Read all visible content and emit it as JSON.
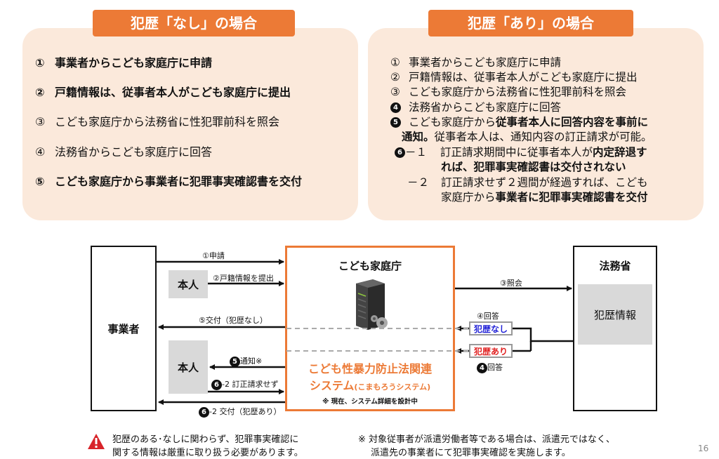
{
  "left_panel": {
    "title": "犯歴「なし」の場合",
    "steps": [
      {
        "num": "①",
        "text": "事業者からこども家庭庁に申請"
      },
      {
        "num": "②",
        "text": "戸籍情報は、従事者本人がこども家庭庁に提出"
      },
      {
        "num": "③",
        "text": "こども家庭庁から法務省に性犯罪前科を照会"
      },
      {
        "num": "④",
        "text": "法務省からこども家庭庁に回答"
      },
      {
        "num": "⑤",
        "text": "こども家庭庁から事業者に犯罪事実確認書を交付"
      }
    ]
  },
  "right_panel": {
    "title": "犯歴「あり」の場合",
    "s1_num": "①",
    "s1": "事業者からこども家庭庁に申請",
    "s2_num": "②",
    "s2": "戸籍情報は、従事者本人がこども家庭庁に提出",
    "s3_num": "③",
    "s3": "こども家庭庁から法務省に性犯罪前科を照会",
    "s4_num": "4",
    "s4": "法務省からこども家庭庁に回答",
    "s5_num": "5",
    "s5a": "こども家庭庁から",
    "s5b": "従事者本人に回答内容を事前に",
    "s5c": "通知。",
    "s5d": "従事者本人は、通知内容の訂正請求が可能。",
    "s6_num": "6",
    "s6_1_label": "－１",
    "s6_1a": "訂正請求期間中に従事者本人が",
    "s6_1b": "内定辞退す",
    "s6_1c": "れば、犯罪事実確認書は交付されない",
    "s6_2_label": "－２",
    "s6_2a": "訂正請求せず２週間が経過すれば、こども",
    "s6_2b": "家庭庁から",
    "s6_2c": "事業者に犯罪事実確認書を交付"
  },
  "diagram": {
    "jigyosha": "事業者",
    "honnin1": "本人",
    "honnin2": "本人",
    "cfa_title": "こども家庭庁",
    "system_line1": "こども性暴力防止法関連",
    "system_line2": "システム",
    "system_paren": "(こまもろうシステム)",
    "system_note": "※ 現在、システム詳細を設計中",
    "moj_title": "法務省",
    "moj_record": "犯歴情報",
    "lbl_apply": "①申請",
    "lbl_koseki": "②戸籍情報を提出",
    "lbl_shokai": "③照会",
    "lbl_kaito": "④回答",
    "lbl_kofu_nashi": "⑤交付（犯歴なし）",
    "lbl_tsuchi_num": "5",
    "lbl_tsuchi": "通知※",
    "lbl_teisei_num": "6",
    "lbl_teisei": "-2 訂正請求せず",
    "lbl_kofu_ari_num": "6",
    "lbl_kofu_ari": "-2 交付（犯歴あり）",
    "tag_nashi": "犯歴なし",
    "tag_ari": "犯歴あり",
    "lbl_kaito2_num": "4",
    "lbl_kaito2": "回答"
  },
  "footer": {
    "warning_line1": "犯歴のある･なしに関わらず、犯罪事実確認に",
    "warning_line2": "関する情報は厳重に取り扱う必要があります。",
    "note_line1": "※ 対象従事者が派遣労働者等である場合は、派遣元ではなく、",
    "note_line2": "派遣先の事業者にて犯罪事実確認を実施します。",
    "page_number": "16"
  },
  "colors": {
    "accent": "#ec7a36",
    "panel_bg": "#fbe9db",
    "blue_tag": "#1f1fd6",
    "red_tag": "#e02020",
    "warning": "#d8242a"
  }
}
